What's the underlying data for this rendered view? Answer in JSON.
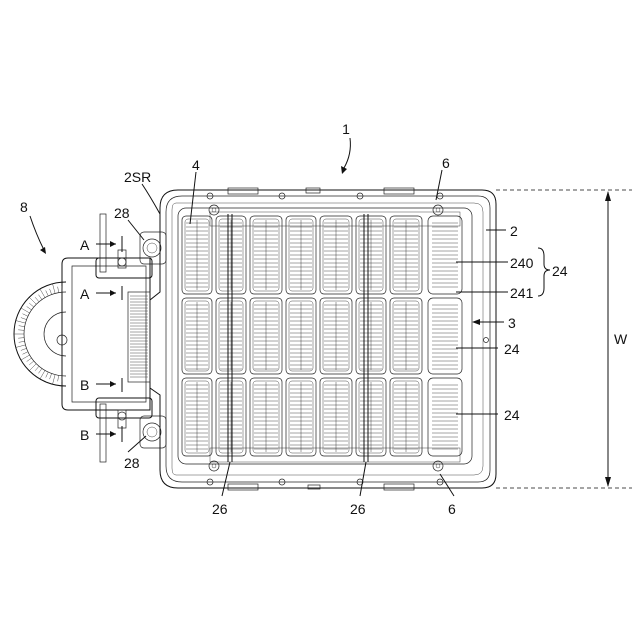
{
  "figure": {
    "labels": {
      "assembly": "1",
      "outer_frame": "2",
      "frame_corner": "2SR",
      "inner_plate": "3",
      "element_4": "4",
      "fastener_top": "6",
      "fastener_bottom": "6",
      "unit_8": "8",
      "bracket_top": "28",
      "bracket_bottom": "28",
      "rod_left": "26",
      "rod_center": "26",
      "group_sub_a": "240",
      "group_sub_b": "241",
      "group_brace": "24",
      "group_mid": "24",
      "group_low": "24",
      "width_dim": "W",
      "section_a_top": "A",
      "section_a_bottom": "A",
      "section_b_top": "B",
      "section_b_bottom": "B"
    }
  }
}
